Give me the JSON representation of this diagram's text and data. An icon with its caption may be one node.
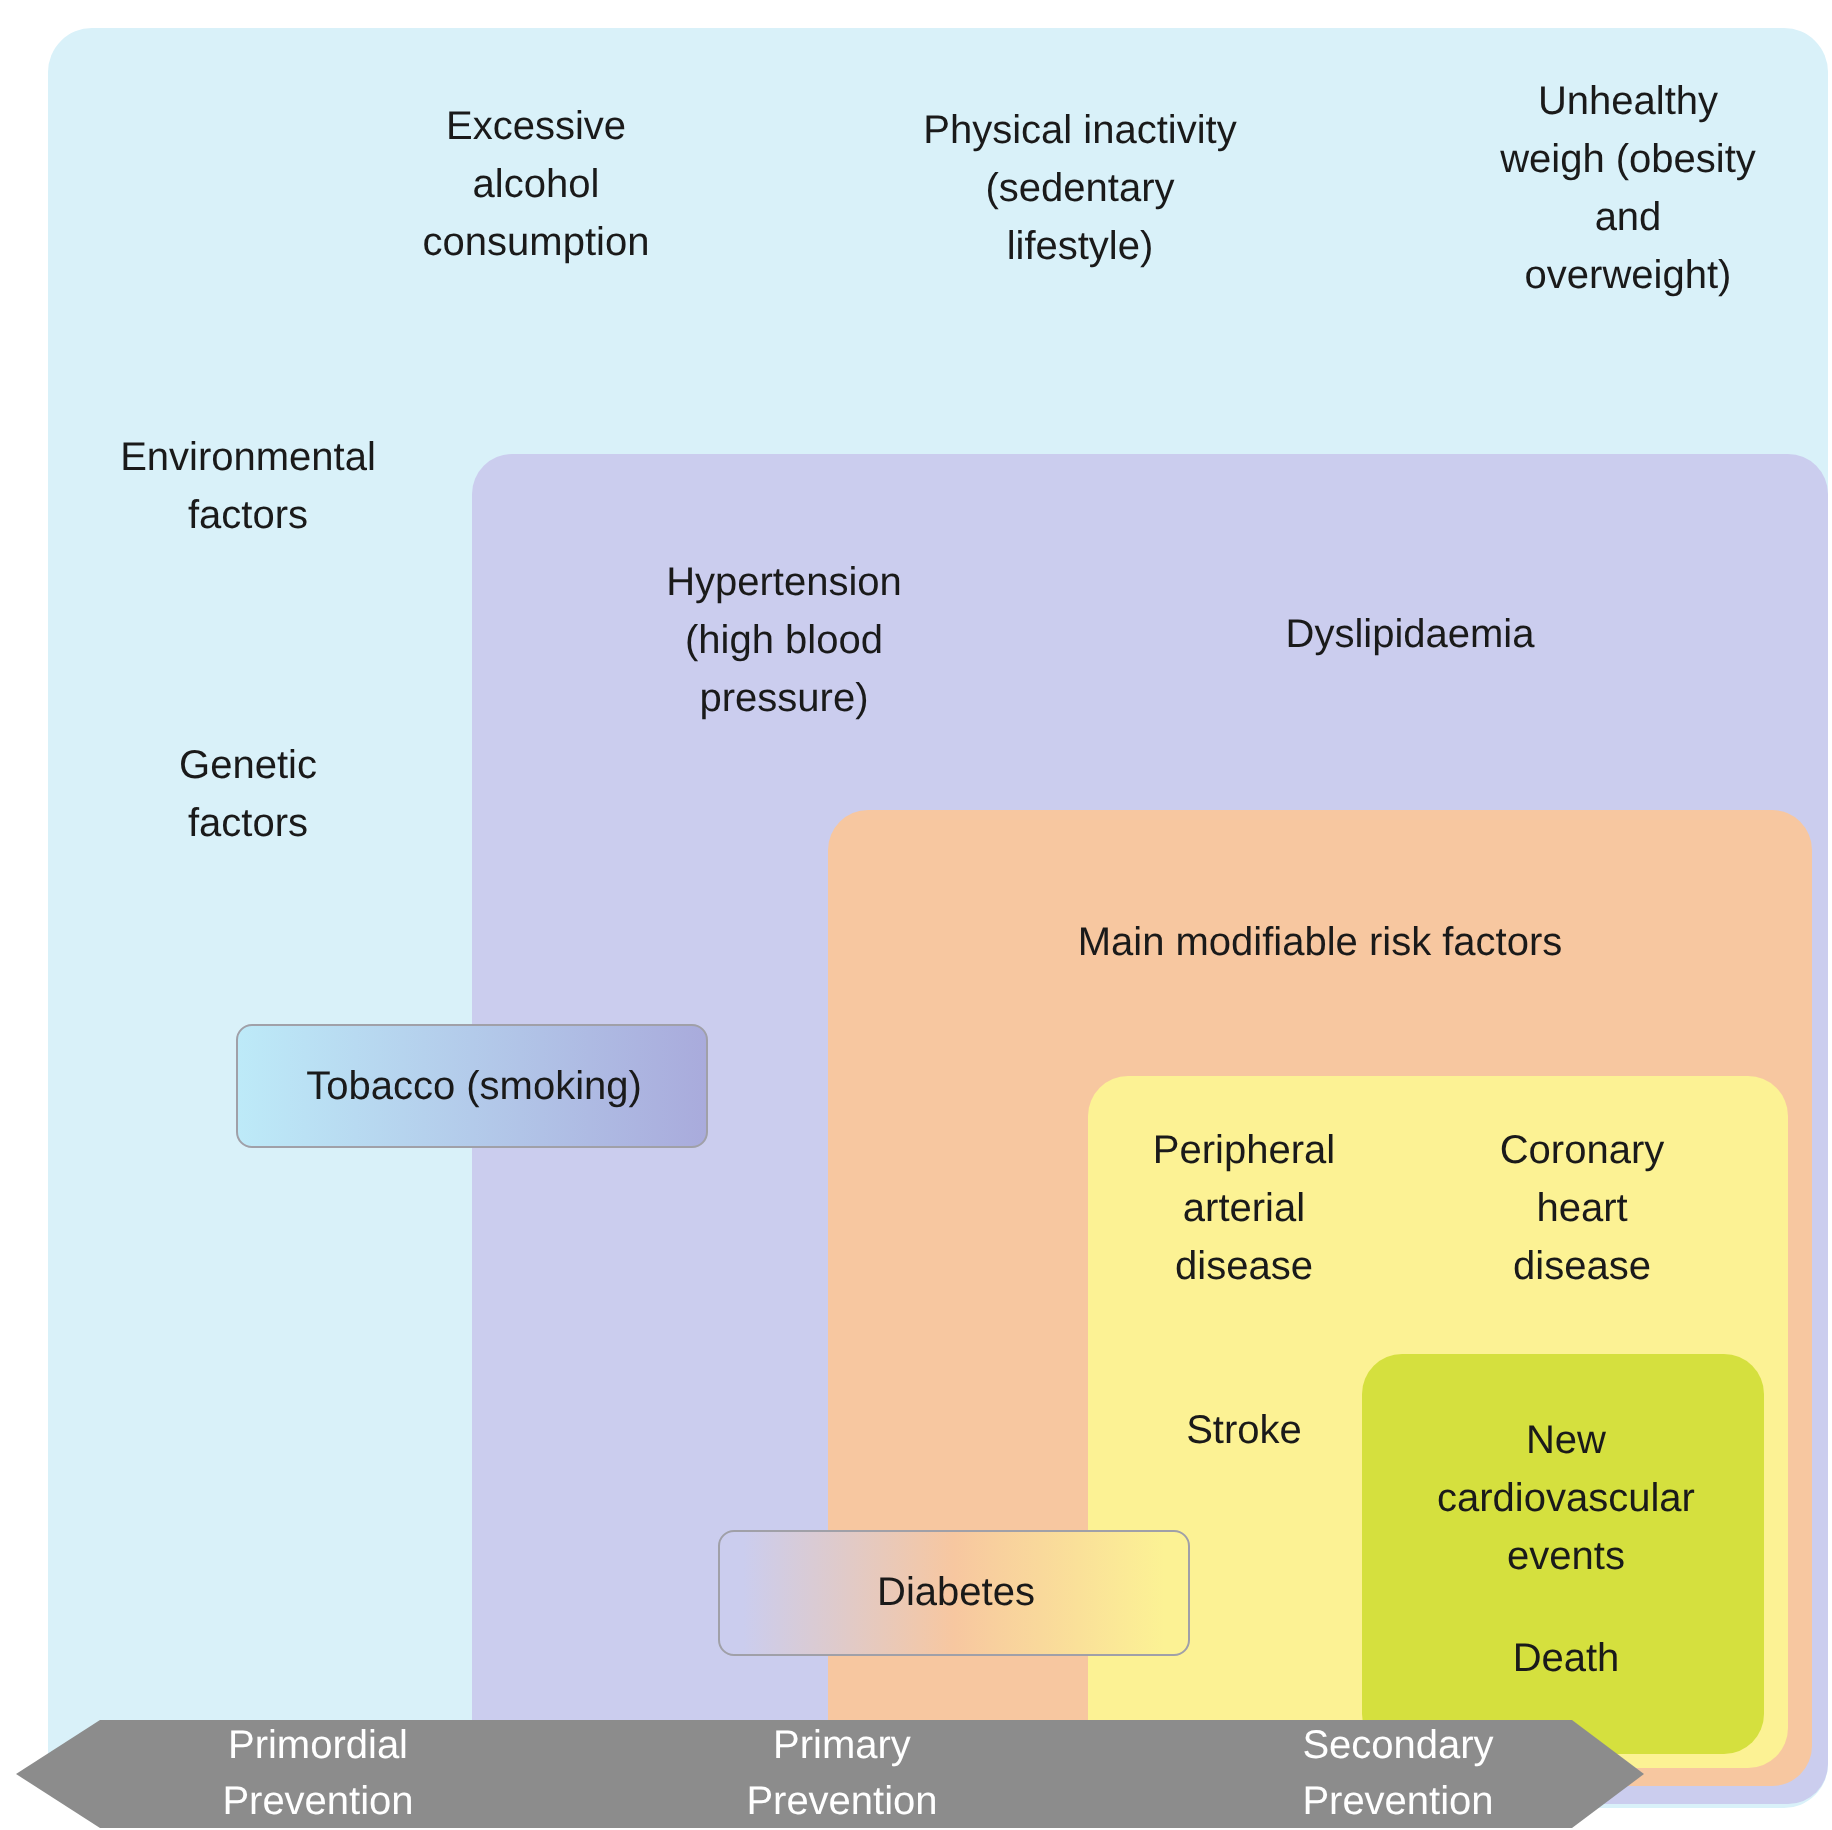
{
  "diagram": {
    "nodes": [
      {
        "text": [
          "Excessive alcohol consumption",
          "Physical inactivity (sedentary lifestyle)",
          "Unhealthy weigh (obesity and overweight)",
          "Environmental factors",
          "Genetic factors"
        ]
      },
      {
        "text": [
          "Hypertension (high blood pressure)",
          "Dyslipidaemia"
        ],
        "in": 0
      },
      {
        "text": [
          "Main modifiable risk factors"
        ],
        "in": 1
      },
      {
        "text": [
          "Peripheral arterial disease",
          "Coronary heart disease",
          "Stroke"
        ],
        "in": 2
      },
      {
        "text": [
          "New cardiovascular events",
          "Death"
        ],
        "in": 3
      },
      {
        "text": [
          "Tobacco (smoking)"
        ],
        "in": 0
      },
      {
        "text": [
          "Diabetes"
        ],
        "in": 1
      },
      {
        "text": [
          "Primordial Prevention",
          "Primary Prevention",
          "Secondary Prevention"
        ]
      }
    ]
  }
}
